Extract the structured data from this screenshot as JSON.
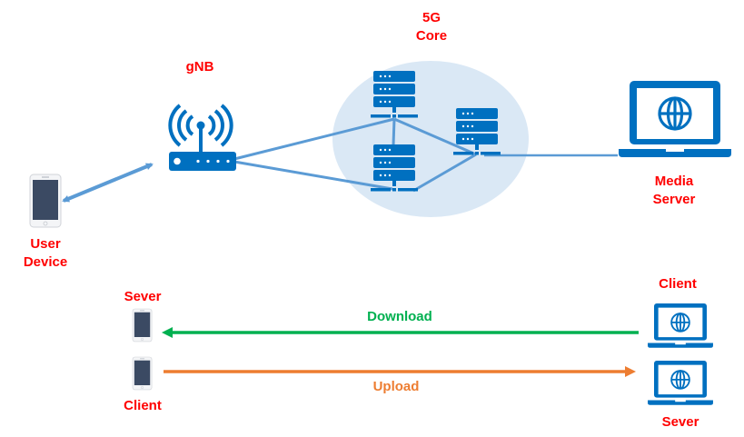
{
  "colors": {
    "label_red": "#ff0000",
    "icon_blue": "#0070c0",
    "link_blue": "#5b9bd5",
    "core_fill": "#dae8f5",
    "download_green": "#00b050",
    "upload_orange": "#ed7d31",
    "phone_screen": "#3b4a63"
  },
  "top": {
    "user_device_label": "User\nDevice",
    "gnb_label": "gNB",
    "core_label": "5G\nCore",
    "media_server_label": "Media\nServer"
  },
  "bottom": {
    "left_top_label": "Sever",
    "left_bottom_label": "Client",
    "right_top_label": "Client",
    "right_bottom_label": "Sever",
    "download_label": "Download",
    "upload_label": "Upload"
  },
  "icons": {
    "user_device": "smartphone-icon",
    "gnb": "wireless-router-icon",
    "core_servers": "server-rack-icon",
    "media_server": "laptop-globe-icon"
  }
}
